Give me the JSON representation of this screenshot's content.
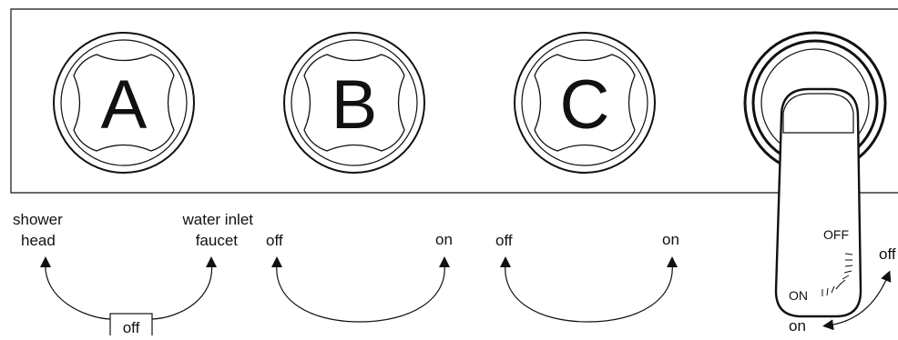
{
  "knobs": [
    {
      "letter": "A"
    },
    {
      "letter": "B"
    },
    {
      "letter": "C"
    }
  ],
  "knob_a": {
    "left_label_line1": "shower",
    "left_label_line2": "head",
    "right_label_line1": "water inlet",
    "right_label_line2": "faucet",
    "center_label": "off"
  },
  "knob_b": {
    "left_label": "off",
    "right_label": "on"
  },
  "knob_c": {
    "left_label": "off",
    "right_label": "on"
  },
  "lever": {
    "dial_off": "OFF",
    "dial_on": "ON",
    "bottom_label": "on",
    "side_label": "off"
  }
}
